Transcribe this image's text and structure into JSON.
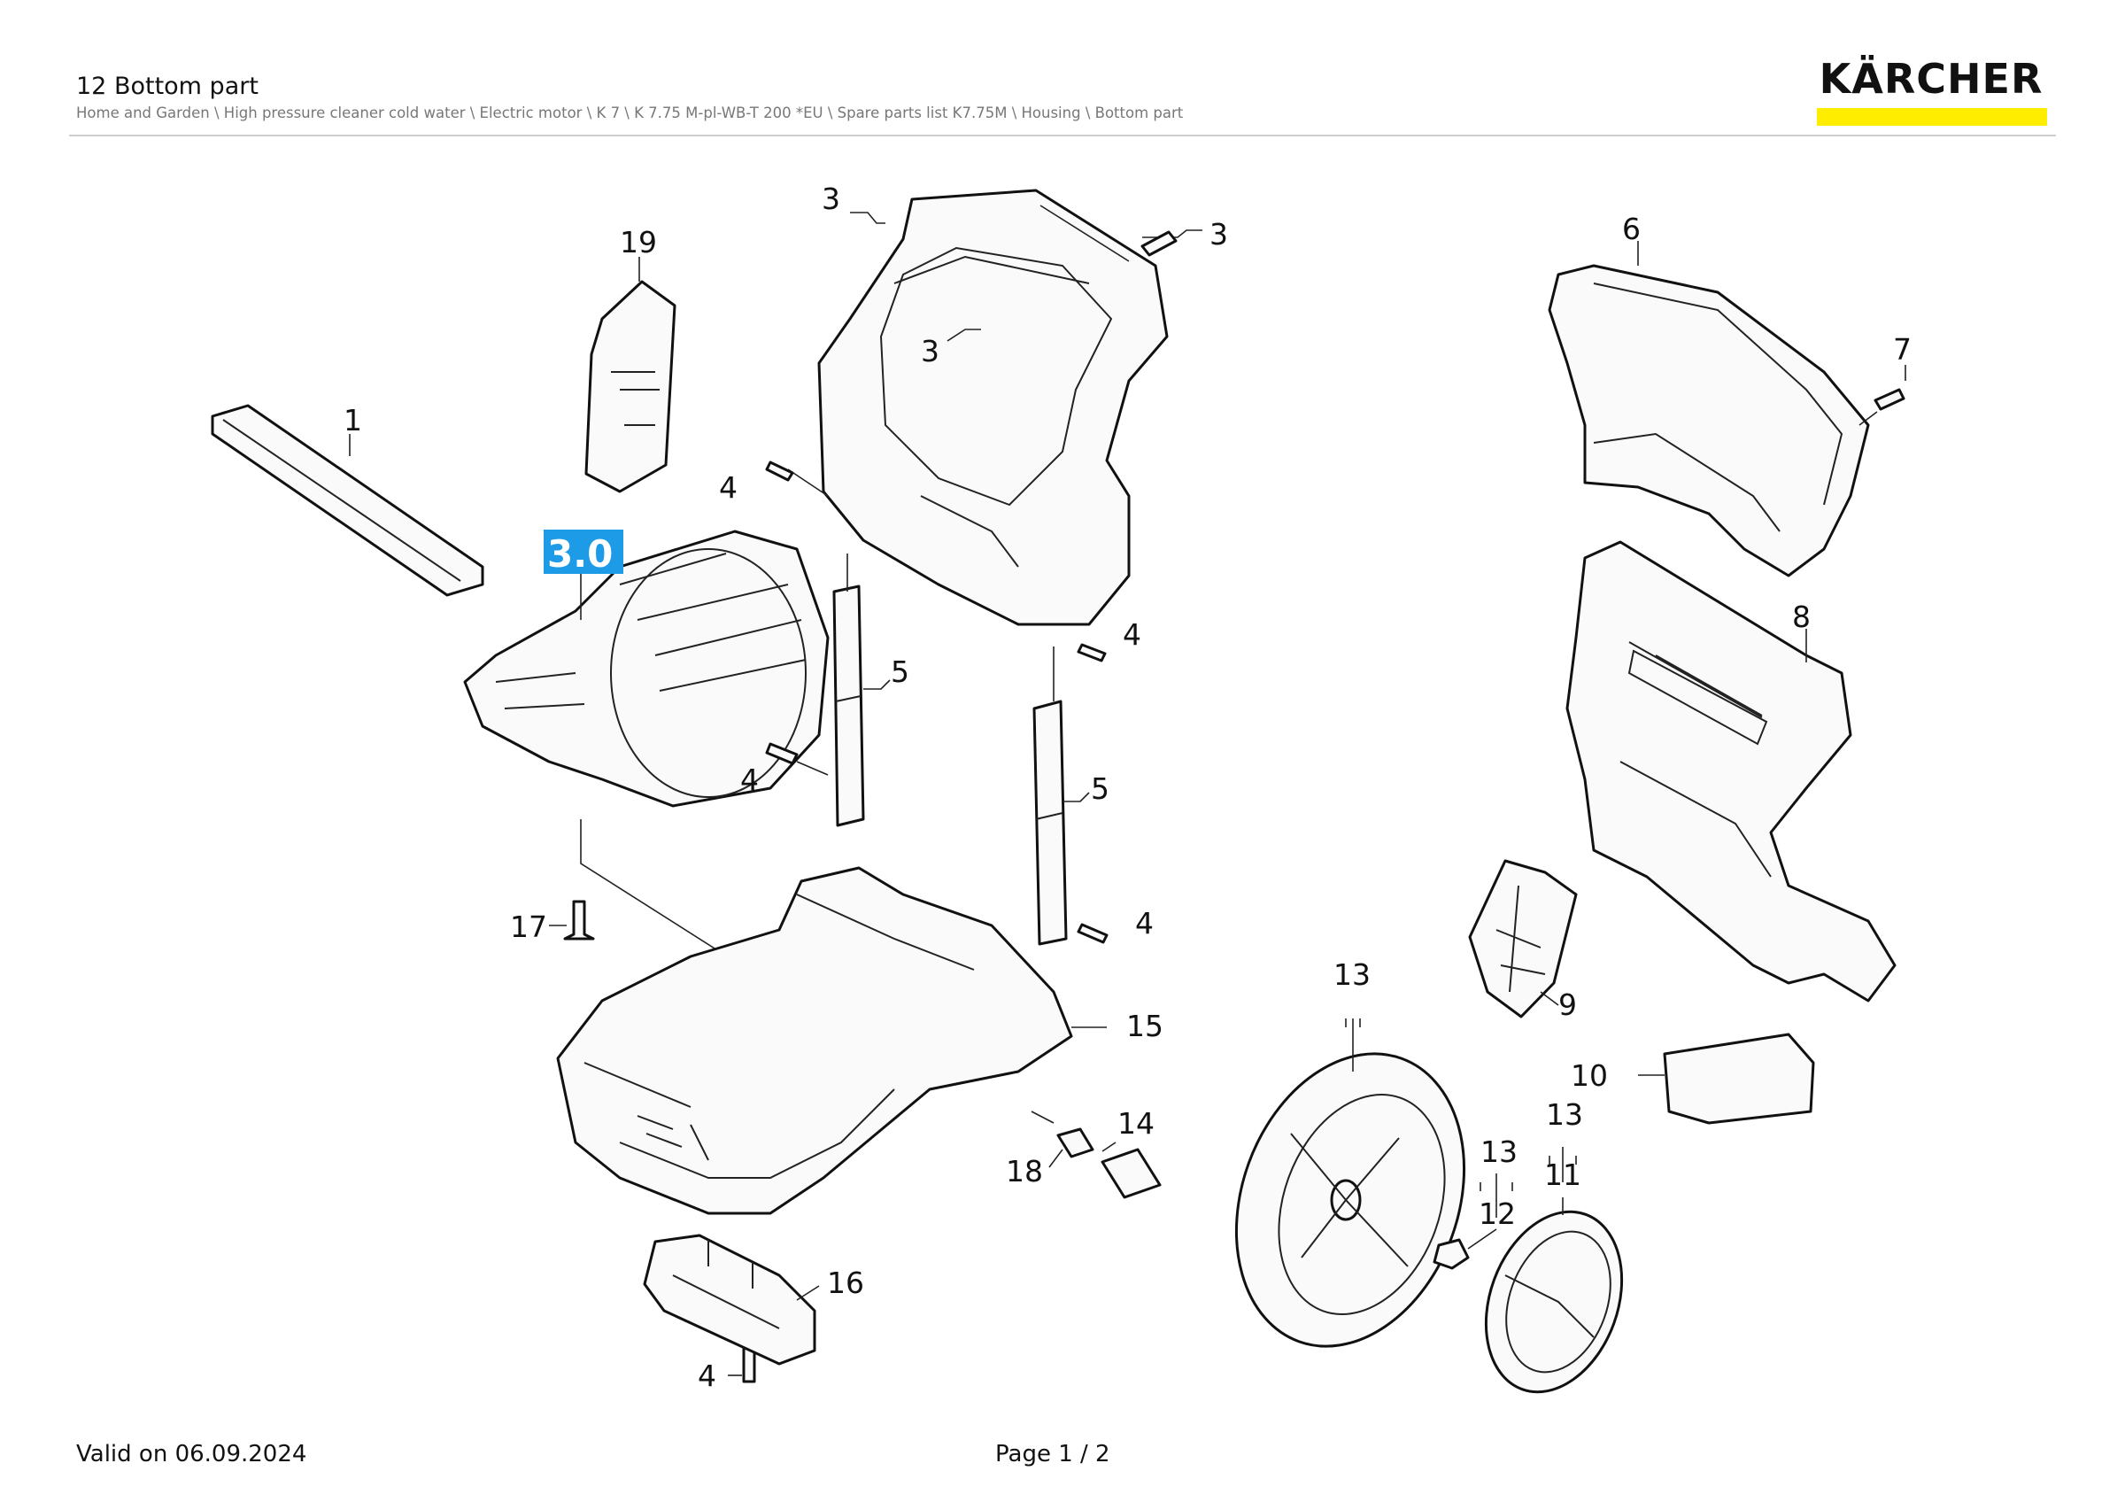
{
  "header": {
    "title": "12 Bottom part",
    "breadcrumb": "Home and Garden \\ High pressure cleaner cold water \\ Electric motor \\ K 7 \\ K 7.75 M-pl-WB-T 200 *EU \\ Spare parts list K7.75M \\ Housing \\ Bottom part",
    "logo": "KÄRCHER",
    "brand_yellow": "#ffed00"
  },
  "badge": {
    "label": "3.0",
    "color": "#1e9be6"
  },
  "labels": {
    "p1": "1",
    "p19": "19",
    "p3a": "3",
    "p3b": "3",
    "p3c": "3",
    "p4a": "4",
    "p4b": "4",
    "p4c": "4",
    "p4d": "4",
    "p4e": "4",
    "p5a": "5",
    "p5b": "5",
    "p6": "6",
    "p7": "7",
    "p8": "8",
    "p9": "9",
    "p10": "10",
    "p11": "11",
    "p12": "12",
    "p13a": "13",
    "p13b": "13",
    "p13c": "13",
    "p14": "14",
    "p15": "15",
    "p16": "16",
    "p17": "17",
    "p18": "18"
  },
  "footer": {
    "valid": "Valid on 06.09.2024",
    "page": "Page 1 / 2"
  }
}
